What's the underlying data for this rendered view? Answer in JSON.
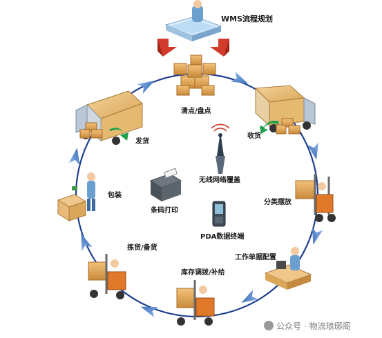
{
  "diagram": {
    "title": "WMS流程规划",
    "stages": [
      {
        "key": "count",
        "label": "清点/盘点"
      },
      {
        "key": "receive",
        "label": "收货"
      },
      {
        "key": "sort",
        "label": "分类摆放"
      },
      {
        "key": "workorder",
        "label": "工作单据配置"
      },
      {
        "key": "transfer",
        "label": "库存调拨/补给"
      },
      {
        "key": "pick",
        "label": "拣货/备货"
      },
      {
        "key": "pack",
        "label": "包装"
      },
      {
        "key": "ship",
        "label": "发货"
      }
    ],
    "center": {
      "wireless": "无线网络覆盖",
      "barcode": "条码打印",
      "pda": "PDA数据终端"
    },
    "watermark": "公众号 · 物流琅琊阁",
    "colors": {
      "ring": "#1f3f8f",
      "arrow": "#4a7fc8",
      "red_arrow": "#d23a2c",
      "box": "#e0a050",
      "person": "#6a9fd0"
    }
  }
}
